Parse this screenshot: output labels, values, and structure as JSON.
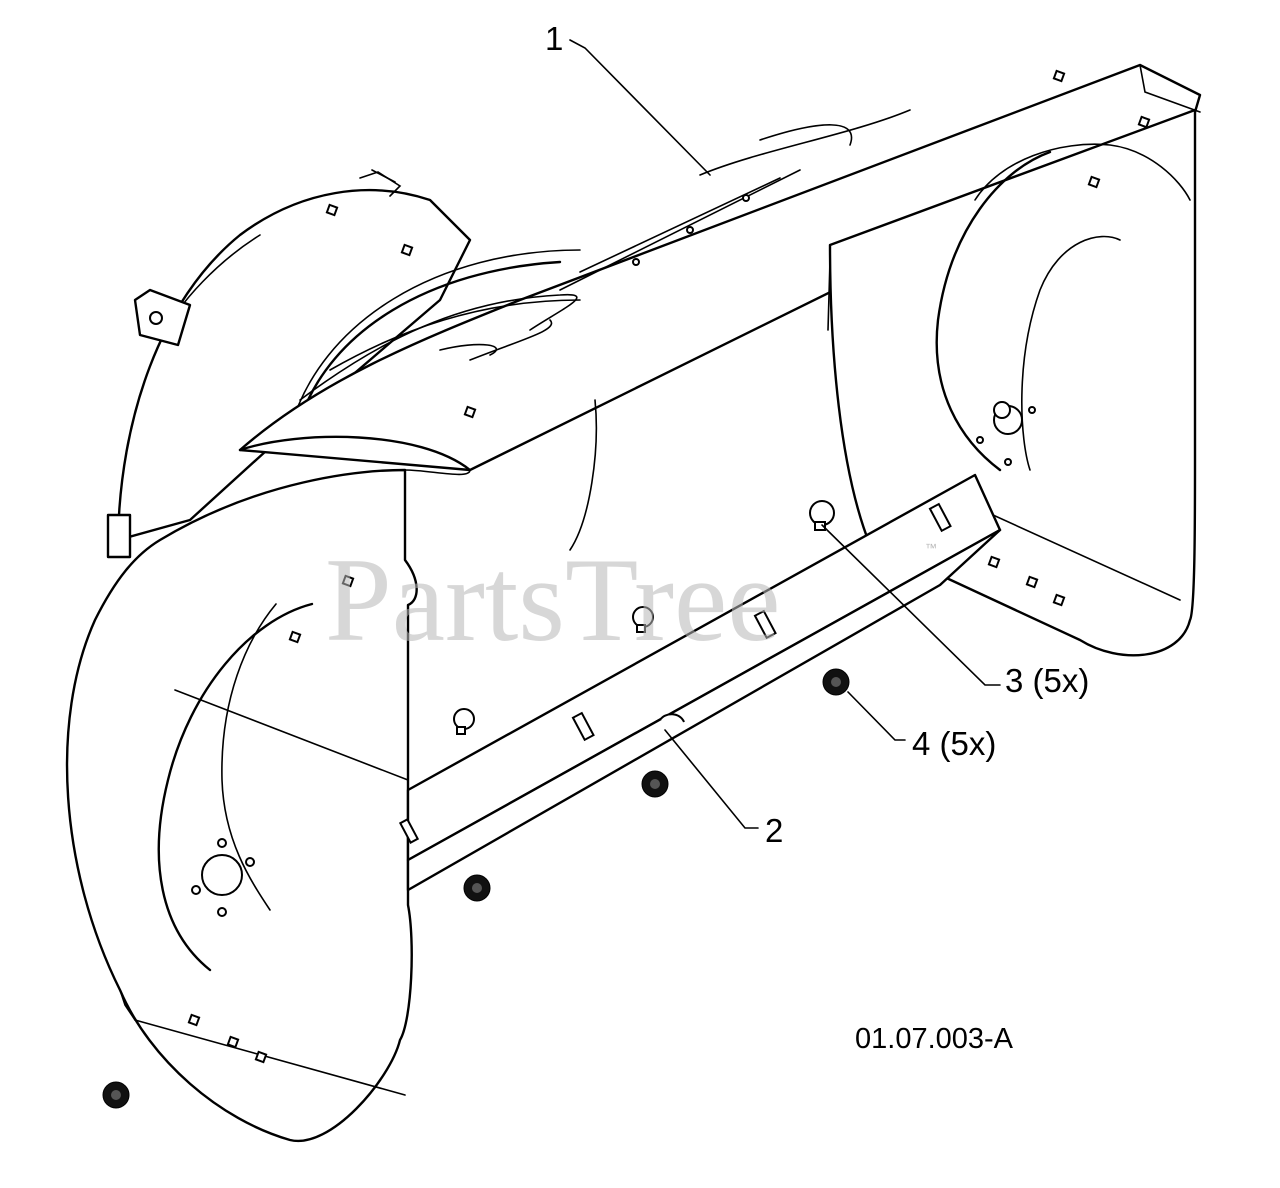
{
  "callouts": {
    "c1": "1",
    "c2": "2",
    "c3": "3 (5x)",
    "c4": "4 (5x)"
  },
  "reference_code": "01.07.003-A",
  "watermark": {
    "text": "PartsTree",
    "mark": "™"
  }
}
